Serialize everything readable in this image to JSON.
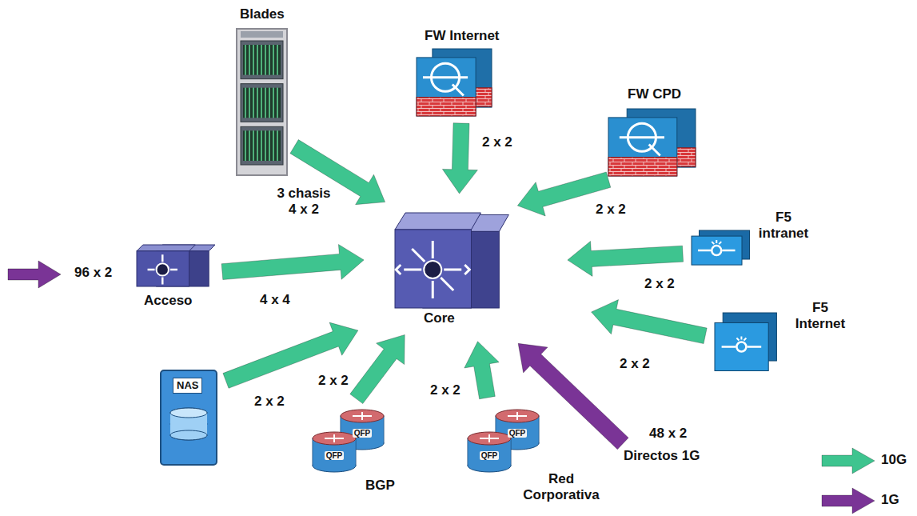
{
  "diagram": {
    "nodes": [
      {
        "text": [
          "Blades"
        ]
      },
      {
        "text": [
          "FW Internet"
        ]
      },
      {
        "text": [
          "FW CPD"
        ]
      },
      {
        "text": [
          "F5 intranet"
        ]
      },
      {
        "text": [
          "F5 Internet"
        ]
      },
      {
        "text": [
          "Acceso"
        ]
      },
      {
        "text": [
          "Core"
        ]
      },
      {
        "text": [
          "NAS"
        ]
      },
      {
        "text": [
          "BGP"
        ]
      },
      {
        "text": [
          "Red Corporativa"
        ]
      },
      {
        "text": [
          "Directos 1G"
        ]
      }
    ],
    "edges": [
      {
        "from": 0,
        "to": 6,
        "arrow": "to",
        "label": "3 chasis 4 x 2"
      },
      {
        "from": 1,
        "to": 6,
        "arrow": "to",
        "label": "2 x 2"
      },
      {
        "from": 2,
        "to": 6,
        "arrow": "to",
        "label": "2 x 2"
      },
      {
        "from": 3,
        "to": 6,
        "arrow": "to",
        "label": "2 x 2"
      },
      {
        "from": 4,
        "to": 6,
        "arrow": "to",
        "label": "2 x 2"
      },
      {
        "from": 5,
        "to": 6,
        "arrow": "to",
        "label": "4 x 4"
      },
      {
        "from": 7,
        "to": 6,
        "arrow": "to",
        "label": "2 x 2"
      },
      {
        "from": 8,
        "to": 6,
        "arrow": "to",
        "label": "2 x 2"
      },
      {
        "from": 9,
        "to": 6,
        "arrow": "to",
        "label": "2 x 2"
      },
      {
        "from": 10,
        "to": 6,
        "arrow": "to",
        "label": "48 x 2"
      }
    ],
    "labels": [
      "96 x 2",
      "QFP",
      "QFP",
      "QFP",
      "QFP"
    ],
    "legend": [
      {
        "text": "10G",
        "color": "#3ec48f"
      },
      {
        "text": "1G",
        "color": "#7a3496"
      }
    ]
  }
}
